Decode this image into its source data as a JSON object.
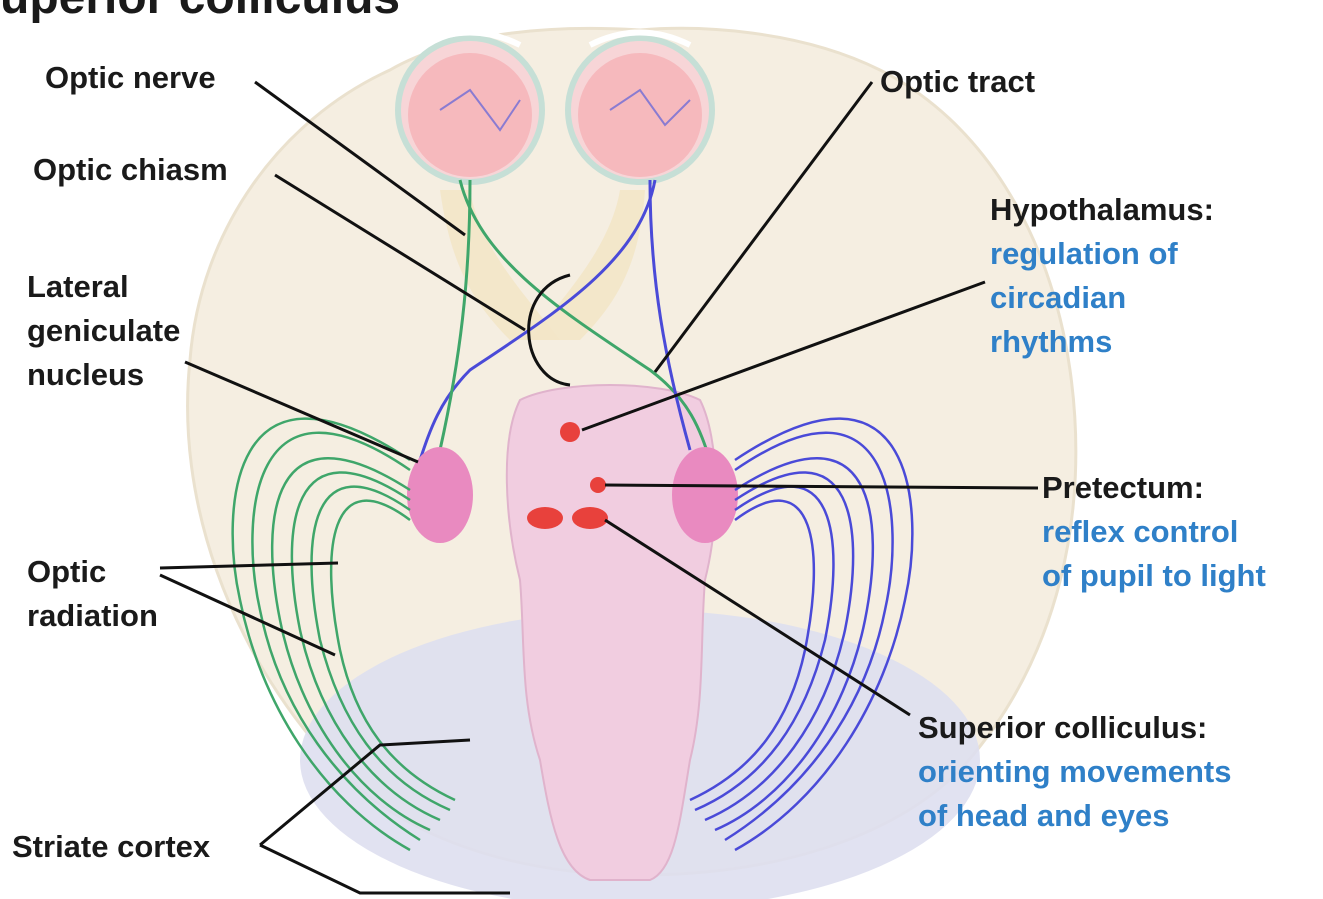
{
  "title_fragment": "uperior colliculus",
  "labels": {
    "optic_nerve": "Optic nerve",
    "optic_chiasm": "Optic chiasm",
    "lgn": [
      "Lateral",
      "geniculate",
      "nucleus"
    ],
    "optic_radiation": [
      "Optic",
      "radiation"
    ],
    "striate_cortex": "Striate cortex",
    "optic_tract": "Optic tract",
    "hypothalamus": {
      "name": "Hypothalamus:",
      "desc": [
        "regulation of",
        "circadian",
        "rhythms"
      ]
    },
    "pretectum": {
      "name": "Pretectum:",
      "desc": [
        "reflex control",
        "of pupil to light"
      ]
    },
    "superior_colliculus": {
      "name": "Superior colliculus:",
      "desc": [
        "orienting movements",
        "of head and eyes"
      ]
    }
  },
  "colors": {
    "label_text": "#1a1a1a",
    "description_text": "#2f80c8",
    "left_pathway": "#3fa66a",
    "right_pathway": "#4a4ad8",
    "nucleus_pink": "#e98ac0",
    "target_red": "#e8413c",
    "brain_beige": "#f4ecdc",
    "cerebellum_lavender": "#dedff0",
    "brainstem_pink": "#f1cde0"
  }
}
